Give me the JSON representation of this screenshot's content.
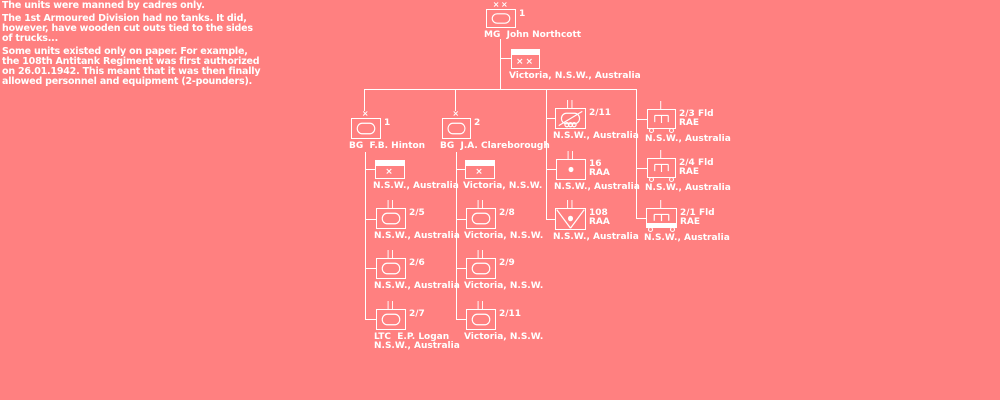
{
  "colors": {
    "background": "#ff8080",
    "foreground": "#ffffff"
  },
  "notes": {
    "paragraphs": [
      "The units were manned by cadres only.",
      "The 1st Armoured Division had no tanks. It did,\nhowever, have wooden cut outs tied to the sides\nof trucks...",
      "Some units existed only on paper. For example,\nthe 108th Antitank Regiment was first authorized\non 26.01.1942. This meant that it was then finally\nallowed personnel and equipment (2-pounders)."
    ]
  },
  "org": {
    "division": {
      "size": "××",
      "num": "1",
      "symbol": "armour",
      "label": "MG  John Northcott"
    },
    "division_hq": {
      "mark": "××",
      "symbol": "headquarters",
      "label": "Victoria, N.S.W., Australia"
    },
    "bde1": {
      "size": "×",
      "num": "1",
      "symbol": "armour",
      "label": "BG  F.B. Hinton"
    },
    "bde2": {
      "size": "×",
      "num": "2",
      "symbol": "armour",
      "label": "BG  J.A. Clareborough"
    },
    "col1": [
      {
        "mark": "×",
        "symbol": "headquarters",
        "label": "N.S.W., Australia"
      },
      {
        "size": "||",
        "num": "2/5",
        "symbol": "armour",
        "label": "N.S.W., Australia"
      },
      {
        "size": "||",
        "num": "2/6",
        "symbol": "armour",
        "label": "N.S.W., Australia"
      },
      {
        "size": "||",
        "num": "2/7",
        "symbol": "armour",
        "label": "LTC  E.P. Logan\nN.S.W., Australia"
      }
    ],
    "col2": [
      {
        "mark": "×",
        "symbol": "headquarters",
        "label": "Victoria, N.S.W."
      },
      {
        "size": "||",
        "num": "2/8",
        "symbol": "armour",
        "label": "Victoria, N.S.W."
      },
      {
        "size": "||",
        "num": "2/9",
        "symbol": "armour",
        "label": "Victoria, N.S.W."
      },
      {
        "size": "||",
        "num": "2/11",
        "symbol": "armour",
        "label": "Victoria, N.S.W."
      }
    ],
    "col3": [
      {
        "size": "||",
        "num": "2/11",
        "symbol": "armoured-car-recon",
        "label": "N.S.W., Australia"
      },
      {
        "size": "||",
        "num": "16\nRAA",
        "symbol": "artillery",
        "label": "N.S.W., Australia"
      },
      {
        "size": "||",
        "num": "108\nRAA",
        "symbol": "antitank-artillery",
        "label": "N.S.W., Australia"
      }
    ],
    "col4": [
      {
        "size": "|",
        "num": "2/3 Fld\nRAE",
        "symbol": "engineer-motorized",
        "label": "N.S.W., Australia"
      },
      {
        "size": "|",
        "num": "2/4 Fld\nRAE",
        "symbol": "engineer-motorized",
        "label": "N.S.W., Australia"
      },
      {
        "size": "|",
        "num": "2/1 Fld\nRAE",
        "symbol": "engineer-motorized-bottom-bar",
        "label": "N.S.W., Australia"
      }
    ]
  }
}
